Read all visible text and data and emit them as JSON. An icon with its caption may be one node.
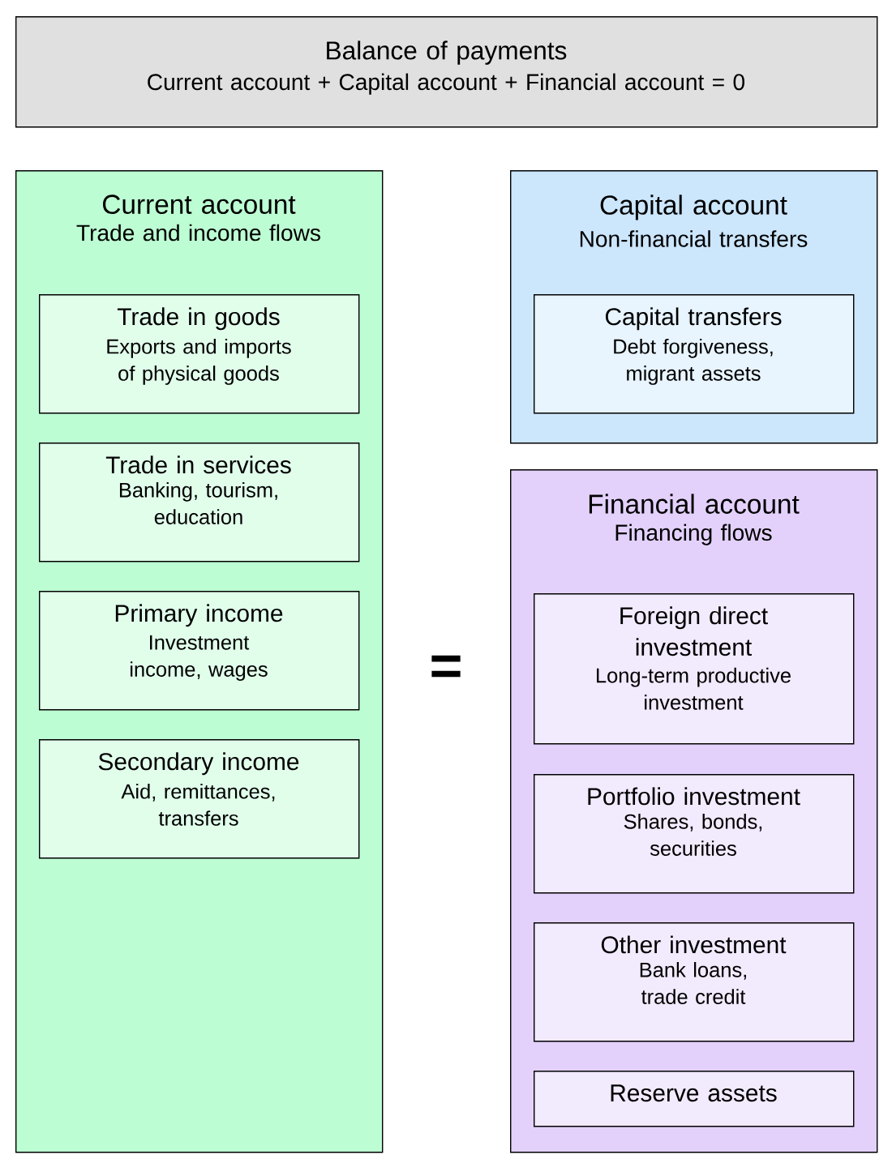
{
  "diagram": {
    "nodes": [
      {
        "text": [
          "Balance of payments",
          "Current account + Capital account + Financial account = 0"
        ]
      },
      {
        "text": [
          "Current account",
          "Trade and income flows"
        ]
      },
      {
        "text": [
          "Trade in goods",
          "Exports and imports of physical goods"
        ],
        "in": 1
      },
      {
        "text": [
          "Trade in services",
          "Banking, tourism, education"
        ],
        "in": 1
      },
      {
        "text": [
          "Primary income",
          "Investment income, wages"
        ],
        "in": 1
      },
      {
        "text": [
          "Secondary income",
          "Aid, remittances, transfers"
        ],
        "in": 1
      },
      {
        "text": [
          "Capital account",
          "Non-financial transfers"
        ]
      },
      {
        "text": [
          "Capital transfers",
          "Debt forgiveness, migrant assets"
        ],
        "in": 6
      },
      {
        "text": [
          "Financial account",
          "Financing flows"
        ]
      },
      {
        "text": [
          "Foreign direct investment",
          "Long-term productive investment"
        ],
        "in": 8
      },
      {
        "text": [
          "Portfolio investment",
          "Shares, bonds, securities"
        ],
        "in": 8
      },
      {
        "text": [
          "Other investment",
          "Bank loans, trade credit"
        ],
        "in": 8
      },
      {
        "text": [
          "Reserve assets"
        ],
        "in": 8
      }
    ],
    "edges": [],
    "labels": [
      "="
    ]
  }
}
